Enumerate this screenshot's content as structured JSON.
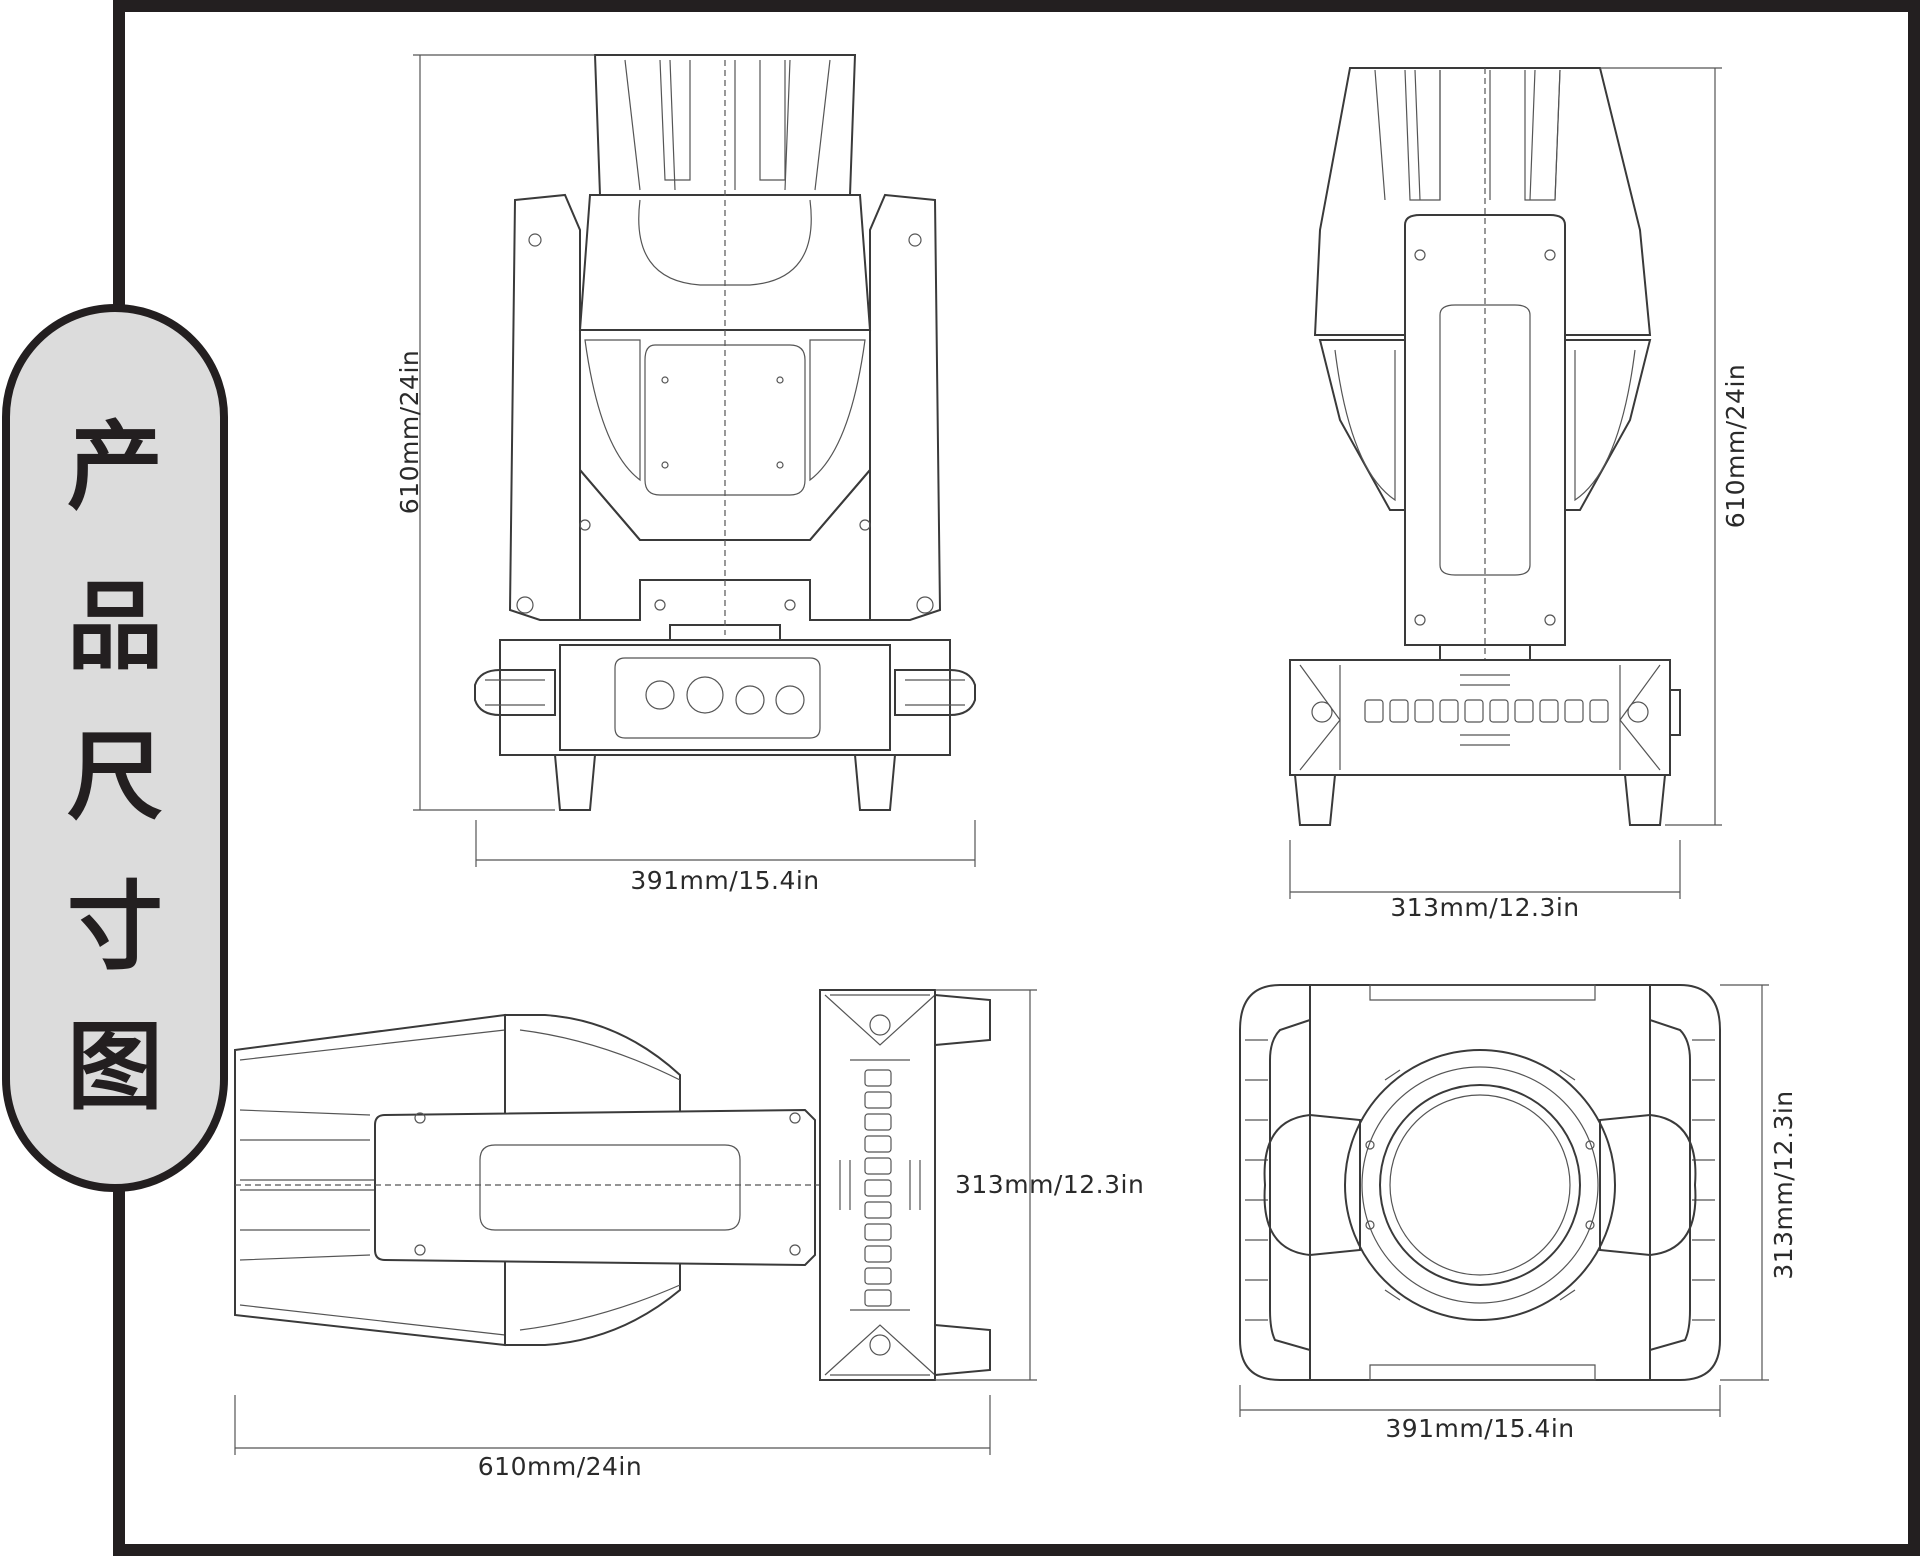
{
  "side_tab": {
    "label": "产品尺寸图",
    "chars": [
      "产",
      "品",
      "尺",
      "寸",
      "图"
    ],
    "fill_color": "#dcdcdc",
    "border_color": "#231f20"
  },
  "views": {
    "front": {
      "height_label": "610mm/24in",
      "width_label": "391mm/15.4in"
    },
    "side": {
      "height_label": "610mm/24in",
      "width_label": "313mm/12.3in"
    },
    "lying": {
      "height_label": "313mm/12.3in",
      "width_label": "610mm/24in"
    },
    "top": {
      "height_label": "313mm/12.3in",
      "width_label": "391mm/15.4in"
    }
  }
}
